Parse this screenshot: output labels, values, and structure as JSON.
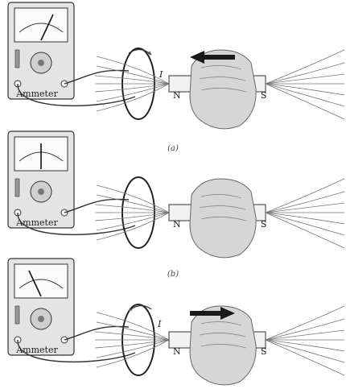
{
  "panels": [
    {
      "meter_label": "Ammeter",
      "pole_n": "N",
      "pole_s": "S",
      "current_label": "I",
      "caption": "(a)",
      "motion": "left",
      "needle": "right"
    },
    {
      "meter_label": "Ammeter",
      "pole_n": "N",
      "pole_s": "S",
      "current_label": "",
      "caption": "(b)",
      "motion": "none",
      "needle": "center"
    },
    {
      "meter_label": "Ammeter",
      "pole_n": "N",
      "pole_s": "S",
      "current_label": "I",
      "caption": "",
      "motion": "right",
      "needle": "left"
    }
  ],
  "colors": {
    "ink": "#333333",
    "meter_body": "#e4e4e4",
    "hand": "#d6d6d6",
    "arrow": "#1a1a1a"
  }
}
